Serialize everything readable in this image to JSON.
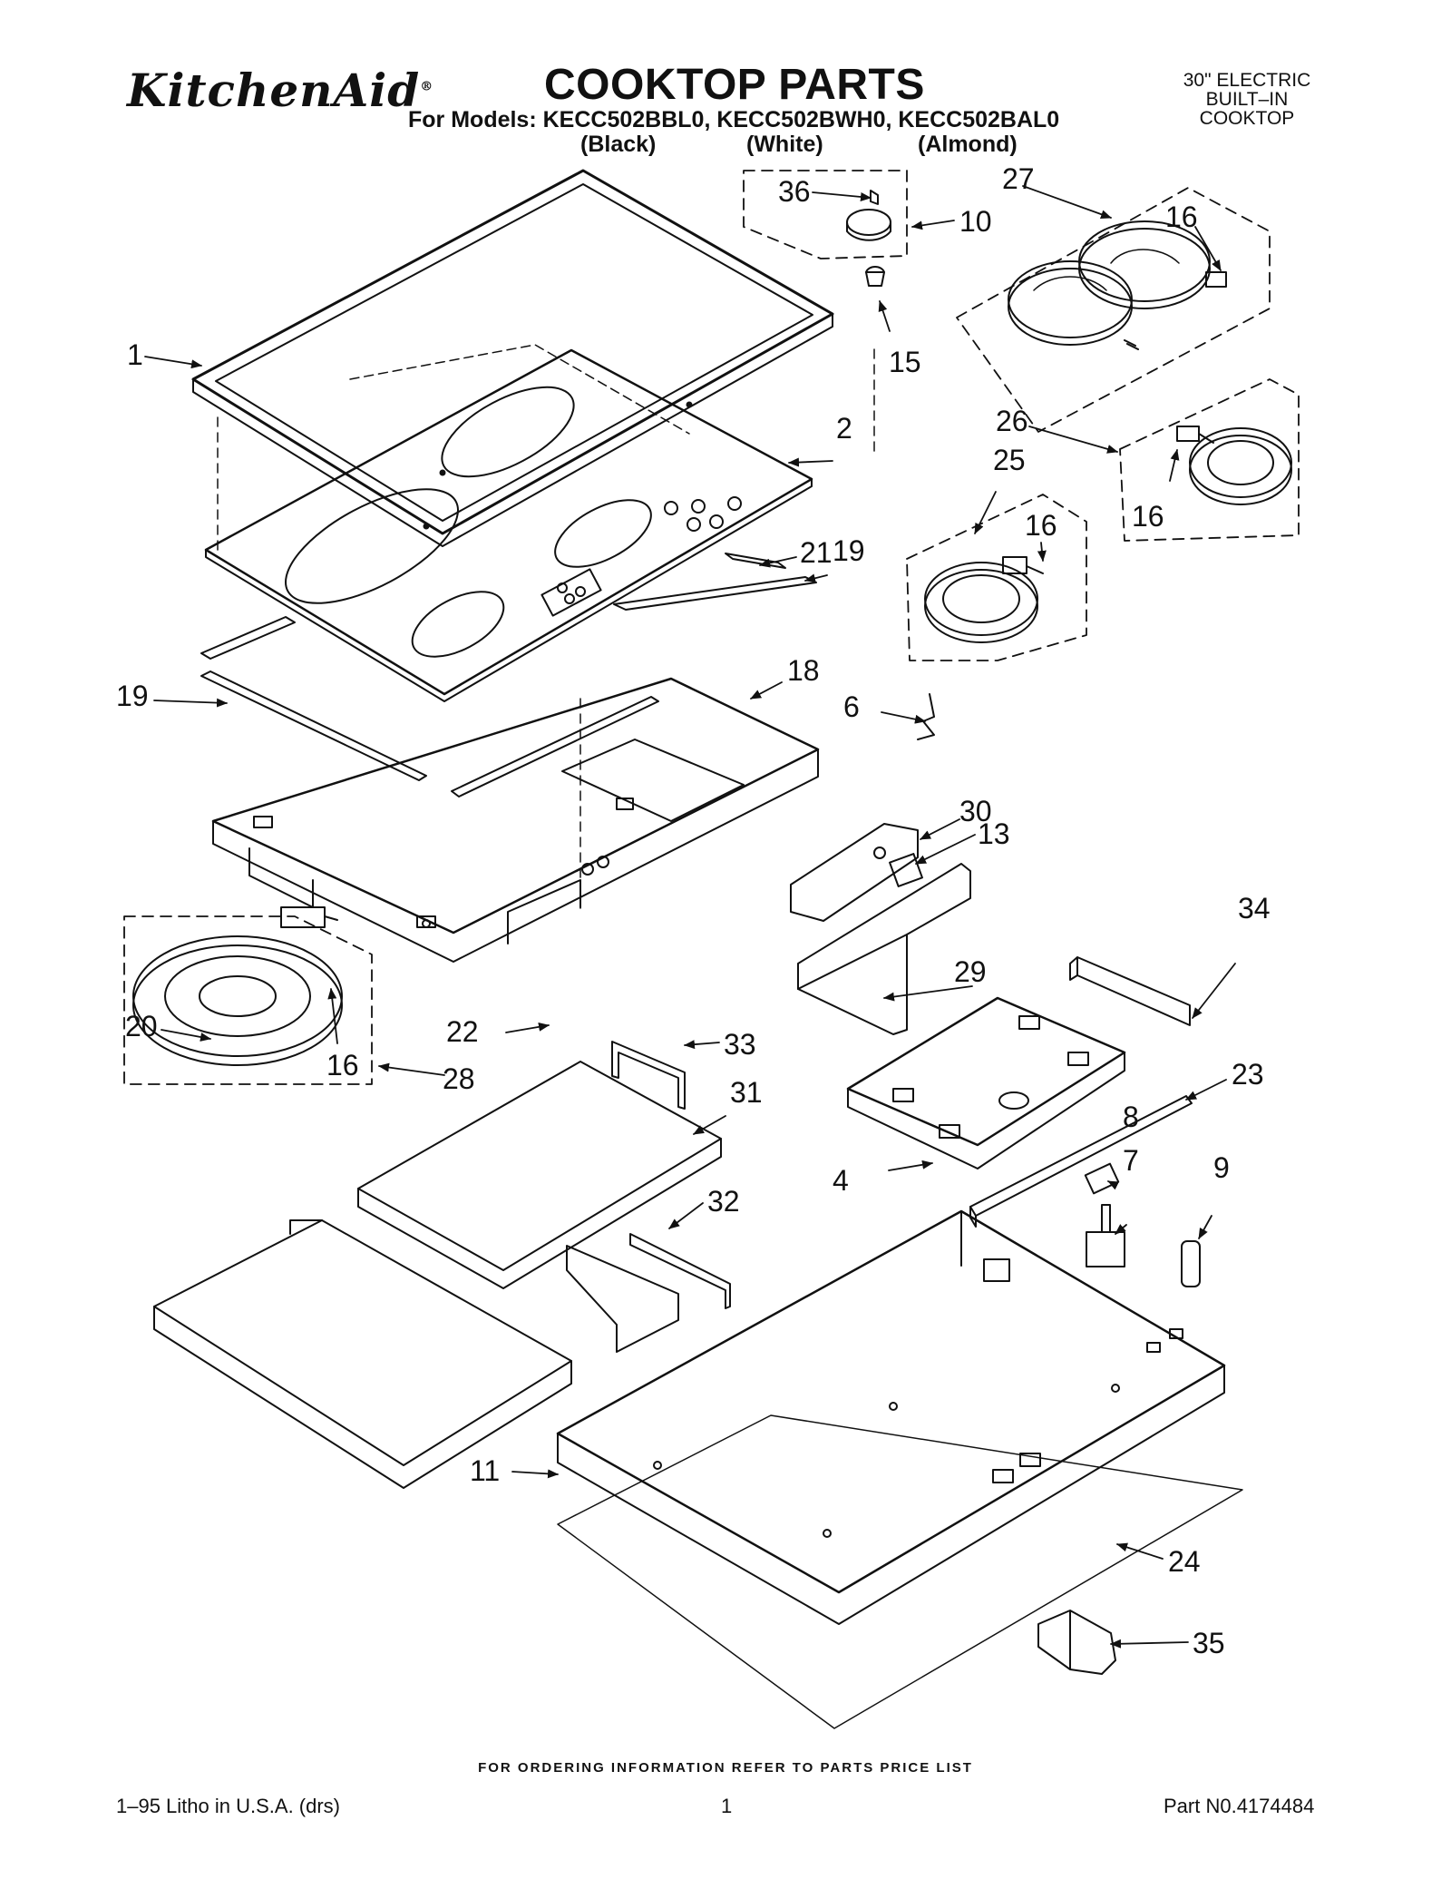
{
  "header": {
    "brand": "KitchenAid",
    "brand_mark": "®",
    "title": "COOKTOP PARTS",
    "models_line": "For Models: KECC502BBL0, KECC502BWH0, KECC502BAL0",
    "color_black": "(Black)",
    "color_white": "(White)",
    "color_almond": "(Almond)",
    "type_lines": [
      "30\" ELECTRIC",
      "BUILT–IN",
      "COOKTOP"
    ]
  },
  "callouts": {
    "c1": "1",
    "c2": "2",
    "c4": "4",
    "c6": "6",
    "c7": "7",
    "c8": "8",
    "c9": "9",
    "c10": "10",
    "c11": "11",
    "c13": "13",
    "c15": "15",
    "c16a": "16",
    "c16b": "16",
    "c16c": "16",
    "c16d": "16",
    "c18": "18",
    "c19a": "19",
    "c19b": "19",
    "c20": "20",
    "c21": "21",
    "c22": "22",
    "c23": "23",
    "c24": "24",
    "c25": "25",
    "c26": "26",
    "c27": "27",
    "c28": "28",
    "c29": "29",
    "c30": "30",
    "c31": "31",
    "c32": "32",
    "c33": "33",
    "c34": "34",
    "c35": "35",
    "c36": "36"
  },
  "footer": {
    "ordering": "FOR ORDERING INFORMATION REFER TO PARTS PRICE LIST",
    "litho": "1–95 Litho in U.S.A. (drs)",
    "page": "1",
    "part_no": "Part N0.4174484"
  }
}
